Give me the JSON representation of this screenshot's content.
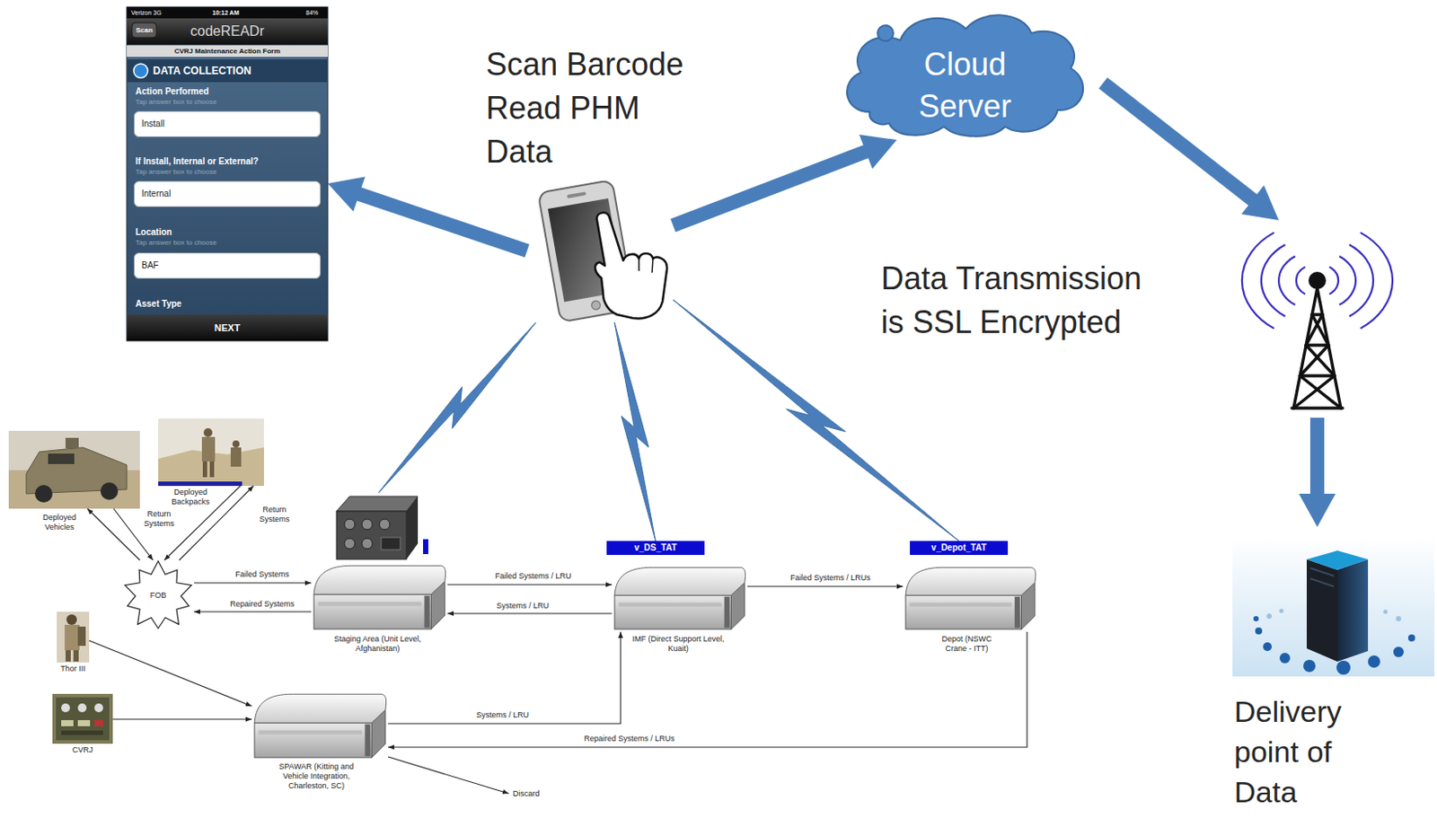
{
  "diagram": {
    "nodes": [
      {
        "text": [
          "Verizon 3G",
          "10:12 AM",
          "84%",
          "Scan",
          "codeREADr",
          "CVRJ Maintenance Action Form",
          "DATA COLLECTION",
          "Action Performed",
          "Tap answer box to choose",
          "If Install, Internal or External?",
          "Tap answer box to choose",
          "Location",
          "Tap answer box to choose",
          "Asset Type"
        ]
      },
      {
        "text": [
          "Install"
        ],
        "in": 0
      },
      {
        "text": [
          "Internal"
        ],
        "in": 0
      },
      {
        "text": [
          "BAF"
        ],
        "in": 0
      },
      {
        "text": [
          "NEXT"
        ],
        "in": 0
      },
      {
        "text": [
          "Scan Barcode Read PHM Data"
        ]
      },
      {
        "text": [
          "Cloud Server"
        ]
      },
      {
        "text": [
          "Delivery point of Data"
        ]
      },
      {
        "text": [
          "Deployed Vehicles"
        ]
      },
      {
        "text": [
          "Deployed Backpacks"
        ]
      },
      {
        "text": [
          "FOB"
        ]
      },
      {
        "text": [
          "Staging Area (Unit Level, Afghanistan)"
        ]
      },
      {
        "text": [
          "v_DS_TAT"
        ]
      },
      {
        "text": [
          "v_Depot_TAT"
        ]
      },
      {
        "text": [
          "IMF (Direct Support Level, Kuait)"
        ]
      },
      {
        "text": [
          "Depot (NSWC Crane - ITT)"
        ]
      },
      {
        "text": [
          "Thor III"
        ]
      },
      {
        "text": [
          "CVRJ"
        ]
      },
      {
        "text": [
          "SPAWAR (Kitting and Vehicle Integration, Charleston, SC)"
        ]
      },
      {
        "text": [
          "Discard"
        ]
      }
    ],
    "edges": [
      {
        "from": 5,
        "to": 0,
        "arrow": "to"
      },
      {
        "from": 5,
        "to": 6,
        "arrow": "to"
      },
      {
        "from": 5,
        "to": 11,
        "arrow": "none"
      },
      {
        "from": 5,
        "to": 12,
        "arrow": "none"
      },
      {
        "from": 5,
        "to": 13,
        "arrow": "none"
      },
      {
        "from": 8,
        "to": 10,
        "arrow": "to"
      },
      {
        "from": 10,
        "to": 8,
        "label": "Return Systems",
        "arrow": "to"
      },
      {
        "from": 9,
        "to": 10,
        "arrow": "to"
      },
      {
        "from": 10,
        "to": 9,
        "label": "Return Systems",
        "arrow": "to"
      },
      {
        "from": 10,
        "to": 11,
        "label": "Failed Systems",
        "arrow": "to"
      },
      {
        "from": 11,
        "to": 10,
        "label": "Repaired Systems",
        "arrow": "to"
      },
      {
        "from": 11,
        "to": 14,
        "label": "Failed Systems / LRU",
        "arrow": "to"
      },
      {
        "from": 14,
        "to": 11,
        "label": "Systems / LRU",
        "arrow": "to"
      },
      {
        "from": 14,
        "to": 15,
        "label": "Failed Systems / LRUs",
        "arrow": "to"
      },
      {
        "from": 16,
        "to": 18,
        "arrow": "to"
      },
      {
        "from": 17,
        "to": 18,
        "arrow": "to"
      },
      {
        "from": 18,
        "to": 14,
        "label": "Systems / LRU",
        "arrow": "to"
      },
      {
        "from": 15,
        "to": 18,
        "label": "Repaired Systems / LRUs",
        "arrow": "to"
      },
      {
        "from": 18,
        "to": 19,
        "arrow": "to"
      }
    ],
    "labels": [
      "Data Transmission is SSL Encrypted"
    ]
  }
}
